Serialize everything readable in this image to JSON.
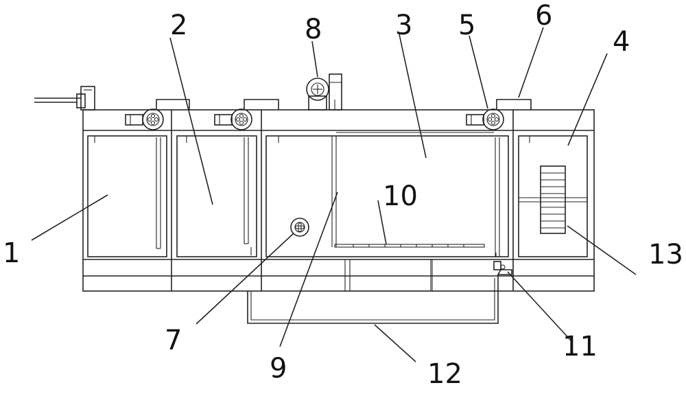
{
  "diagram": {
    "labels": [
      {
        "id": "label-1",
        "text": "1"
      },
      {
        "id": "label-2",
        "text": "2"
      },
      {
        "id": "label-3",
        "text": "3"
      },
      {
        "id": "label-4",
        "text": "4"
      },
      {
        "id": "label-5",
        "text": "5"
      },
      {
        "id": "label-6",
        "text": "6"
      },
      {
        "id": "label-7",
        "text": "7"
      },
      {
        "id": "label-8",
        "text": "8"
      },
      {
        "id": "label-9",
        "text": "9"
      },
      {
        "id": "label-10",
        "text": "10"
      },
      {
        "id": "label-11",
        "text": "11"
      },
      {
        "id": "label-12",
        "text": "12"
      },
      {
        "id": "label-13",
        "text": "13"
      }
    ],
    "colors": {
      "line": "#222222",
      "background": "#ffffff"
    }
  }
}
